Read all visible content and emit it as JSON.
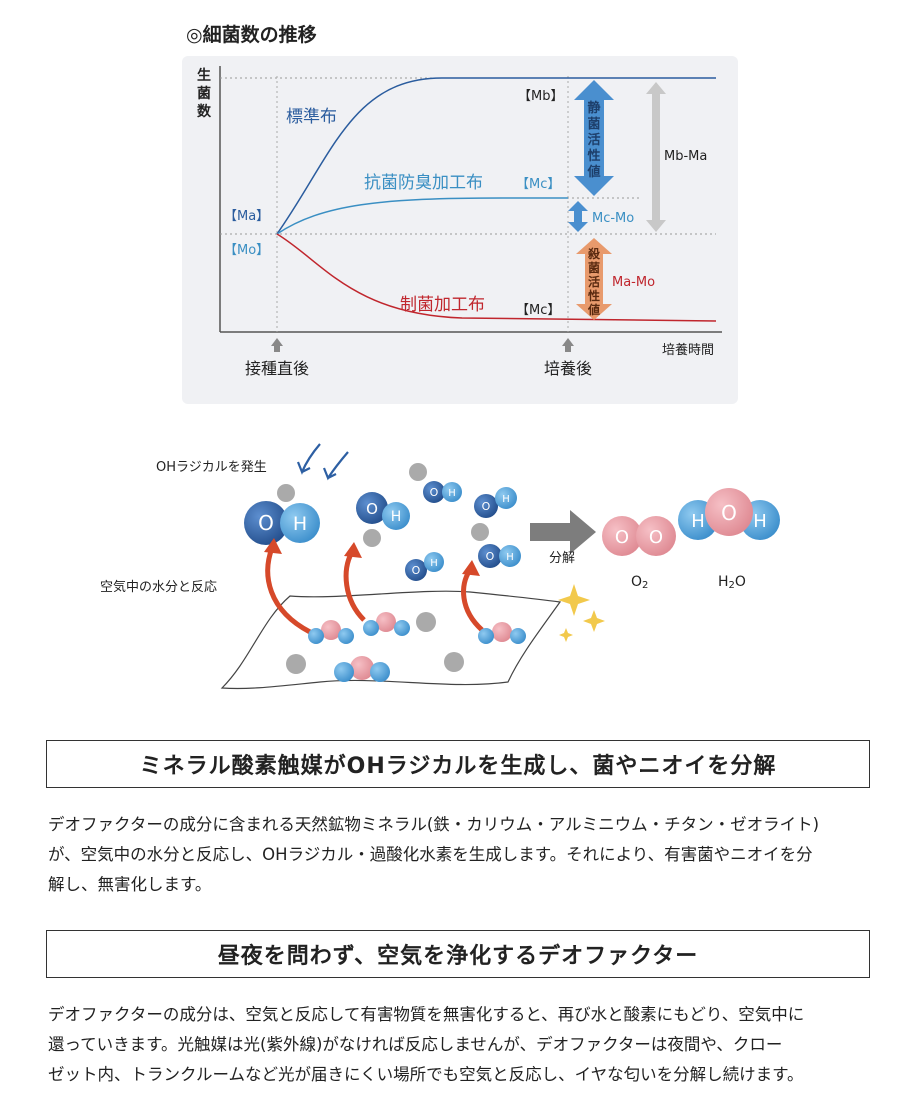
{
  "chart": {
    "title": "◎細菌数の推移",
    "ylabel_chars": [
      "生",
      "菌",
      "数"
    ],
    "xlabel": "培養時間",
    "x_ticks": {
      "start": "接種直後",
      "end": "培養後"
    },
    "y_marks": {
      "ma": "【Ma】",
      "mo": "【Mo】"
    },
    "end_marks": {
      "mb": "【Mb】",
      "mc_anti": "【Mc】",
      "mc_sterile": "【Mc】"
    },
    "series": {
      "standard": "標準布",
      "antibacterial": "抗菌防臭加工布",
      "sterilization": "制菌加工布"
    },
    "arrows": {
      "static_chars": [
        "静",
        "菌",
        "活",
        "性",
        "値"
      ],
      "kill_chars": [
        "殺",
        "菌",
        "活",
        "性",
        "値"
      ],
      "mc_mo": "Mc-Mo",
      "ma_mo": "Ma-Mo",
      "mb_ma": "Mb-Ma"
    },
    "colors": {
      "standard": "#2a5c9e",
      "antibacterial": "#3a8fc3",
      "sterilization": "#c0262d",
      "static_arrow": "#4a8fcf",
      "kill_arrow": "#e89a6c",
      "mbma_arrow": "#c8c8c8"
    }
  },
  "chart_data": {
    "type": "line",
    "title": "◎細菌数の推移",
    "xlabel": "培養時間",
    "ylabel": "生菌数",
    "categories": [
      "接種直後",
      "培養後"
    ],
    "series": [
      {
        "name": "標準布",
        "values": [
          "Ma",
          "Mb"
        ]
      },
      {
        "name": "抗菌防臭加工布",
        "values": [
          "Ma",
          "Mc"
        ]
      },
      {
        "name": "制菌加工布",
        "values": [
          "Ma",
          "Mc"
        ]
      }
    ],
    "annotations": [
      "静菌活性値",
      "殺菌活性値",
      "Mb-Ma",
      "Mc-Mo",
      "Ma-Mo"
    ]
  },
  "diagram": {
    "oh_generation_label": "OHラジカルを発生",
    "air_reaction_label": "空気中の水分と反応",
    "decompose_label": "分解",
    "oxygen_atom": "O",
    "hydrogen_atom": "H",
    "o2_label": "O",
    "o2_subscript": "2",
    "h2o_label_h": "H",
    "h2o_subscript": "2",
    "h2o_label_o": "O",
    "colors": {
      "oh_blue": "#2d5fa3",
      "light_blue": "#5aa9dc",
      "pink": "#e89aa2",
      "arrow_red": "#d6492a"
    }
  },
  "section1": {
    "heading": "ミネラル酸素触媒がOHラジカルを生成し、菌やニオイを分解",
    "lines": [
      "デオファクターの成分に含まれる天然鉱物ミネラル(鉄・カリウム・アルミニウム・チタン・ゼオライト)",
      "が、空気中の水分と反応し、OHラジカル・過酸化水素を生成します。それにより、有害菌やニオイを分",
      "解し、無害化します。"
    ]
  },
  "section2": {
    "heading": "昼夜を問わず、空気を浄化するデオファクター",
    "lines": [
      "デオファクターの成分は、空気と反応して有害物質を無害化すると、再び水と酸素にもどり、空気中に",
      "還っていきます。光触媒は光(紫外線)がなければ反応しませんが、デオファクターは夜間や、クロー",
      "ゼット内、トランクルームなど光が届きにくい場所でも空気と反応し、イヤな匂いを分解し続けます。"
    ]
  }
}
